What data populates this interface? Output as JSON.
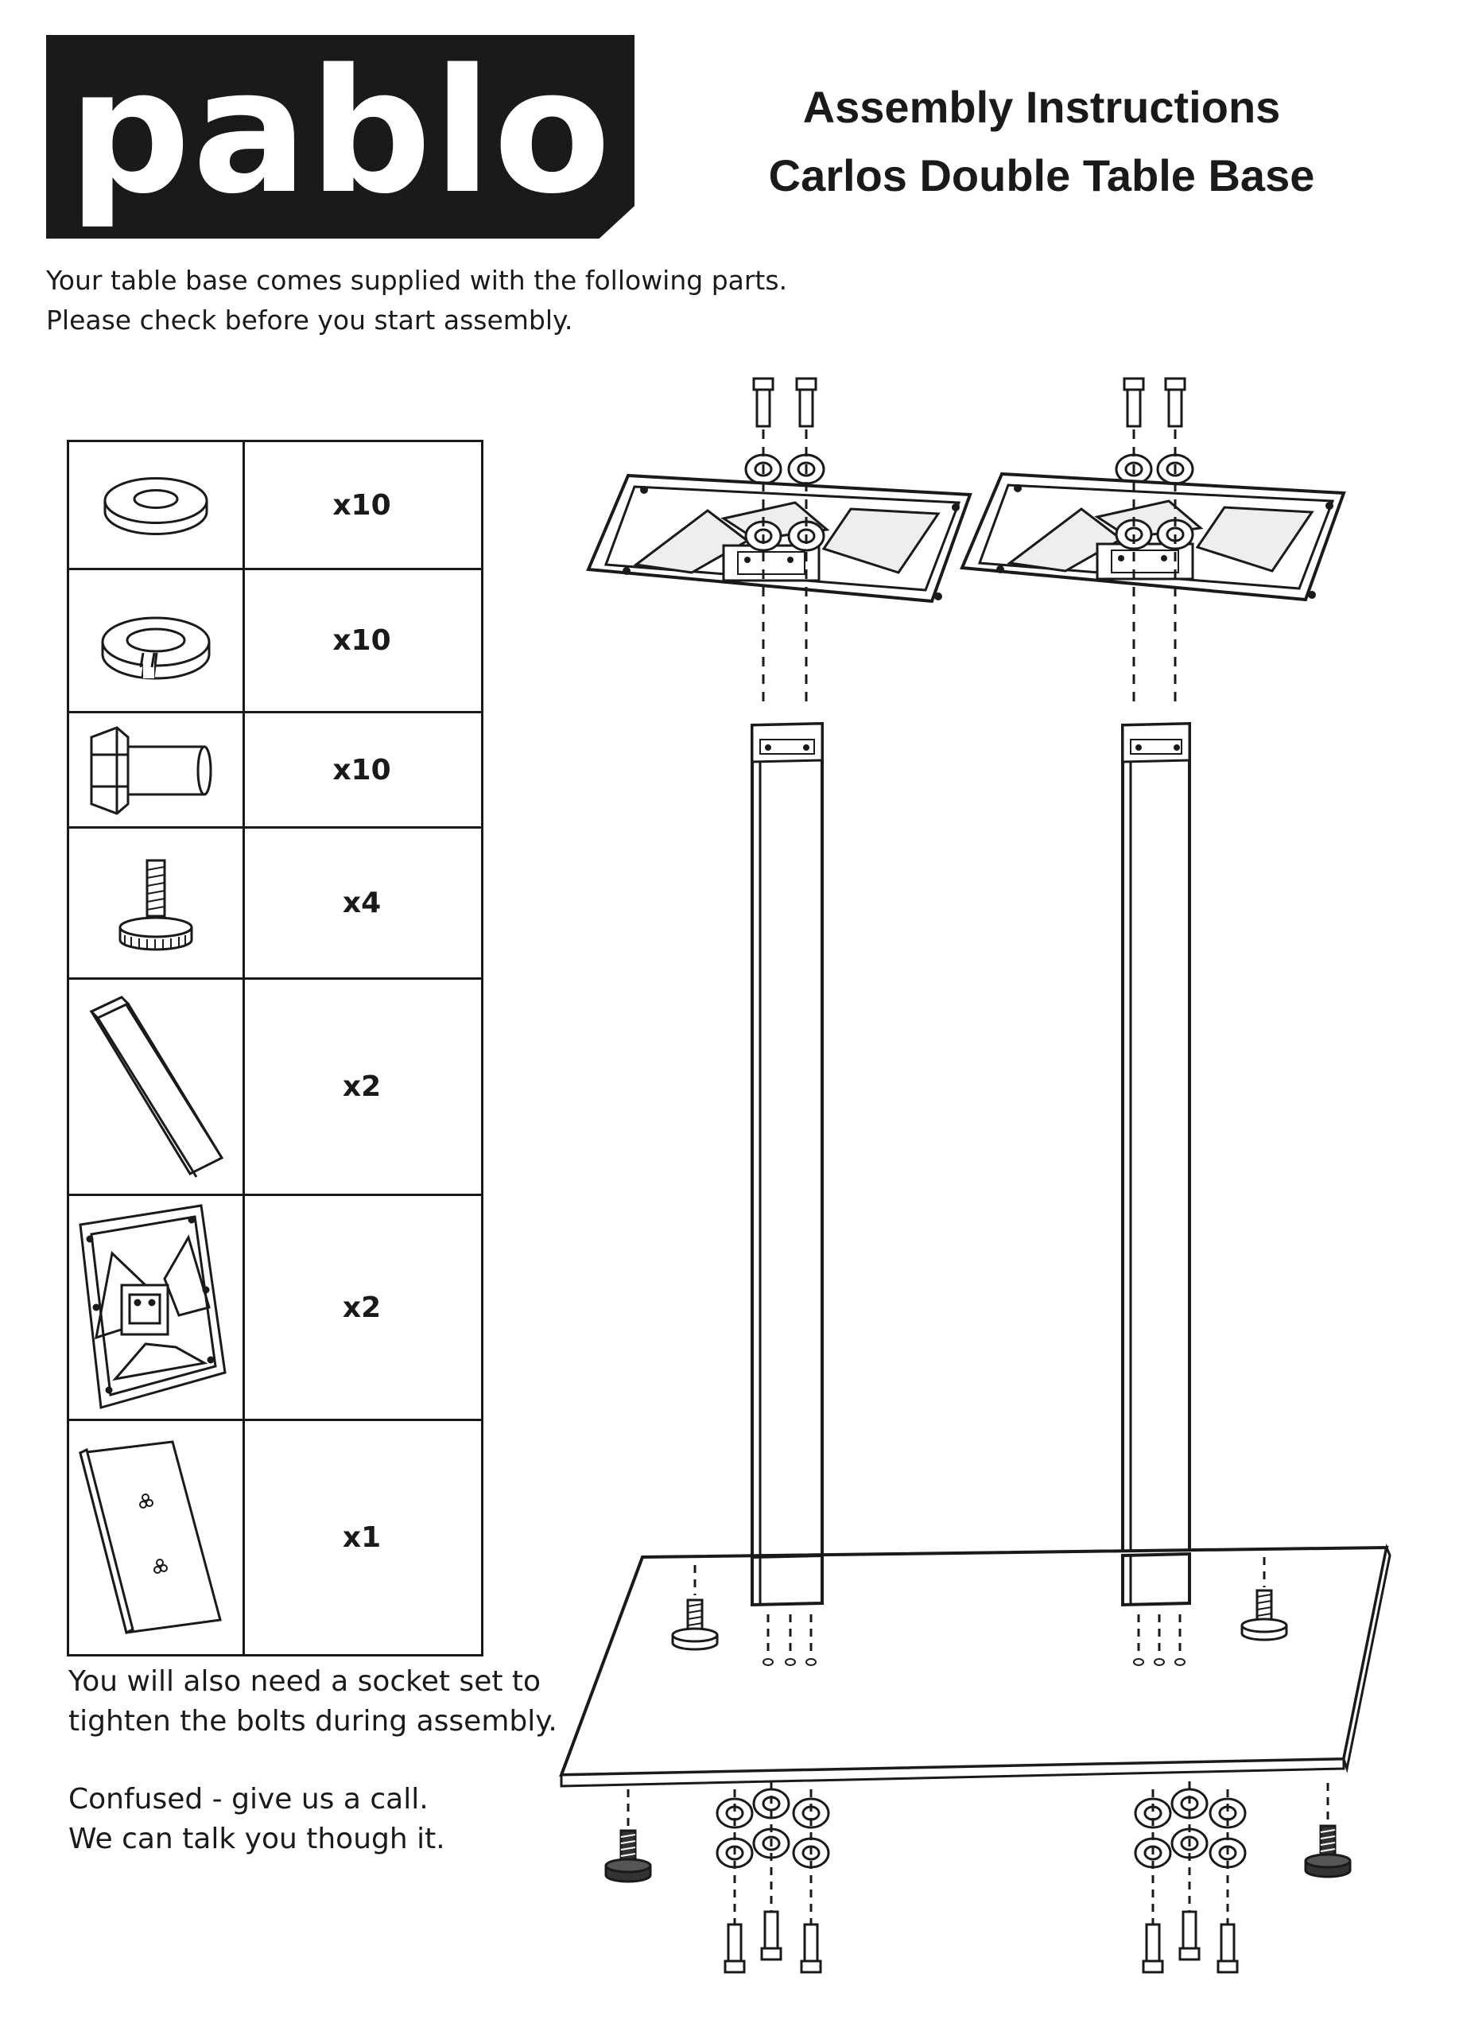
{
  "brand": {
    "logo_text": "pablo"
  },
  "header": {
    "title_line1": "Assembly Instructions",
    "title_line2": "Carlos Double Table Base"
  },
  "intro": {
    "line1": "Your table base comes supplied with the following parts.",
    "line2": "Please check before you start assembly."
  },
  "parts": [
    {
      "icon": "flat-washer-icon",
      "qty": "x10"
    },
    {
      "icon": "spring-washer-icon",
      "qty": "x10"
    },
    {
      "icon": "hex-bolt-icon",
      "qty": "x10"
    },
    {
      "icon": "levelling-foot-icon",
      "qty": "x4"
    },
    {
      "icon": "column-icon",
      "qty": "x2"
    },
    {
      "icon": "top-plate-icon",
      "qty": "x2"
    },
    {
      "icon": "base-plate-icon",
      "qty": "x1"
    }
  ],
  "notes": {
    "line1": "You will also need a socket set to",
    "line2": "tighten the bolts during assembly.",
    "line3": "Confused - give us a call.",
    "line4": "We can talk you though it."
  }
}
